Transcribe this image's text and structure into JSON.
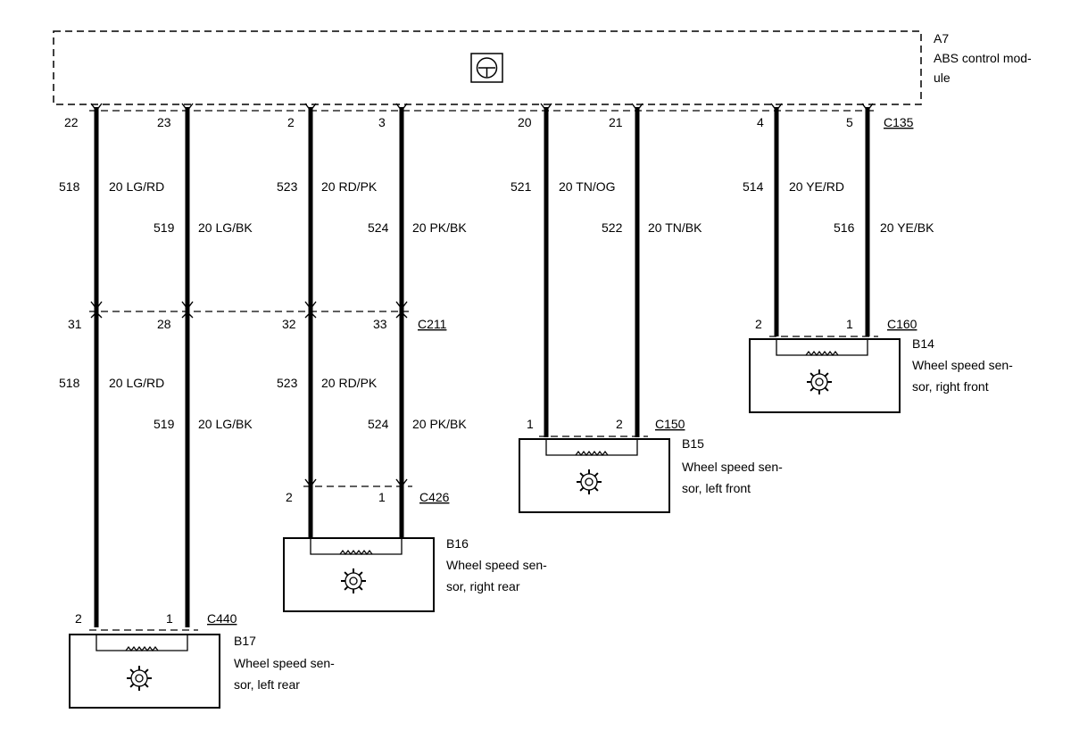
{
  "module": {
    "id": "A7",
    "name_line1": "ABS control mod-",
    "name_line2": "ule"
  },
  "connectors": {
    "c135": "C135",
    "c211": "C211",
    "c160": "C160",
    "c150": "C150",
    "c426": "C426",
    "c440": "C440"
  },
  "pins_top": [
    "22",
    "23",
    "2",
    "3",
    "20",
    "21",
    "4",
    "5"
  ],
  "wires_top": [
    {
      "circuit": "518",
      "color": "20 LG/RD"
    },
    {
      "circuit": "519",
      "color": "20 LG/BK"
    },
    {
      "circuit": "523",
      "color": "20 RD/PK"
    },
    {
      "circuit": "524",
      "color": "20 PK/BK"
    },
    {
      "circuit": "521",
      "color": "20 TN/OG"
    },
    {
      "circuit": "522",
      "color": "20 TN/BK"
    },
    {
      "circuit": "514",
      "color": "20 YE/RD"
    },
    {
      "circuit": "516",
      "color": "20 YE/BK"
    }
  ],
  "pins_c211": [
    "31",
    "28",
    "32",
    "33"
  ],
  "wires_mid": [
    {
      "circuit": "518",
      "color": "20 LG/RD"
    },
    {
      "circuit": "519",
      "color": "20 LG/BK"
    },
    {
      "circuit": "523",
      "color": "20 RD/PK"
    },
    {
      "circuit": "524",
      "color": "20 PK/BK"
    }
  ],
  "sensors": {
    "b14": {
      "id": "B14",
      "line1": "Wheel speed sen-",
      "line2": "sor, right front",
      "pin_a": "2",
      "pin_b": "1"
    },
    "b15": {
      "id": "B15",
      "line1": "Wheel speed sen-",
      "line2": "sor, left front",
      "pin_a": "1",
      "pin_b": "2"
    },
    "b16": {
      "id": "B16",
      "line1": "Wheel speed sen-",
      "line2": "sor, right rear",
      "pin_a": "2",
      "pin_b": "1"
    },
    "b17": {
      "id": "B17",
      "line1": "Wheel speed sen-",
      "line2": "sor, left rear",
      "pin_a": "2",
      "pin_b": "1"
    }
  },
  "icons": {
    "module_symbol": "abs-warning-icon",
    "sensor_symbol": "gear-icon"
  }
}
